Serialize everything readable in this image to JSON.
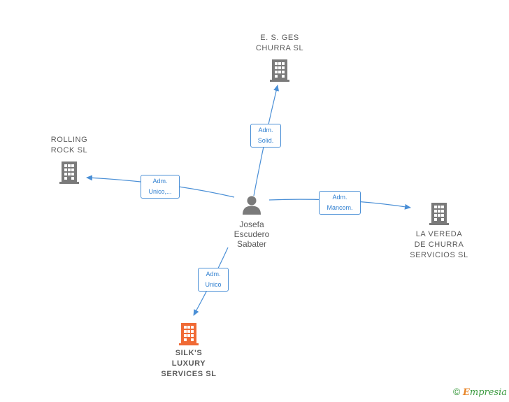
{
  "nodes": {
    "es_ges": {
      "label": "E. S. GES\nCHURRA  SL",
      "icon": "building-icon",
      "color": "#7a7a7a"
    },
    "rolling_rock": {
      "label": "ROLLING\nROCK  SL",
      "icon": "building-icon",
      "color": "#7a7a7a"
    },
    "la_vereda": {
      "label": "LA VEREDA\nDE CHURRA\nSERVICIOS  SL",
      "icon": "building-icon",
      "color": "#7a7a7a"
    },
    "silks": {
      "label": "SILK'S\nLUXURY\nSERVICES  SL",
      "icon": "building-icon",
      "color": "#f06a35"
    },
    "person": {
      "label": "Josefa\nEscudero\nSabater",
      "icon": "person-icon",
      "color": "#7a7a7a"
    }
  },
  "edges": {
    "to_es_ges": "Adm.\nSolid.",
    "to_rolling_rock": "Adm.\nUnico,...",
    "to_la_vereda": "Adm.\nMancom.",
    "to_silks": "Adm.\nUnico"
  },
  "colors": {
    "edge": "#4a8fd6",
    "accent": "#f06a35"
  },
  "footer": {
    "copyright": "©",
    "brand_first": "E",
    "brand_rest": "mpresia"
  }
}
